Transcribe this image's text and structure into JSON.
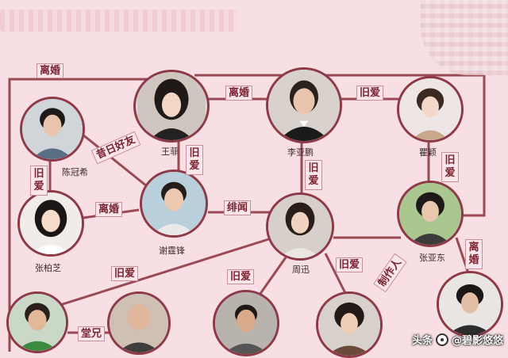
{
  "people": {
    "wangfei": {
      "name": "王菲"
    },
    "liyapeng": {
      "name": "李亚鹏"
    },
    "quying": {
      "name": "瞿颖"
    },
    "chenguanxi": {
      "name": "陈冠希"
    },
    "xietingfeng": {
      "name": "谢霆锋"
    },
    "zhangbozhi": {
      "name": "张柏芝"
    },
    "zhouxun": {
      "name": "周迅"
    },
    "zhangyadong": {
      "name": "张亚东"
    }
  },
  "relations": {
    "lihun_top": "离婚",
    "lihun_wang_li": "离婚",
    "jiuai_li_qu": "旧爱",
    "xiri_haoyou": "昔日好友",
    "jiuai_wang_xie": "旧爱",
    "jiuai_li_zhou": "旧爱",
    "jiuai_qu_zhang": "旧爱",
    "jiuai_chen_zhang": "旧爱",
    "lihun_xie_zhang": "离婚",
    "feiwen": "绯闻",
    "zhizuoren": "制作人",
    "lihun_zhang_right": "离婚",
    "jiuai_bottom_left": "旧爱",
    "jiuai_zhou_bottom": "旧爱",
    "jiuai_zhou_bottom_right": "旧爱",
    "tangxiong": "堂兄"
  },
  "watermark": {
    "prefix": "头条",
    "account": "@碧影悠悠"
  }
}
